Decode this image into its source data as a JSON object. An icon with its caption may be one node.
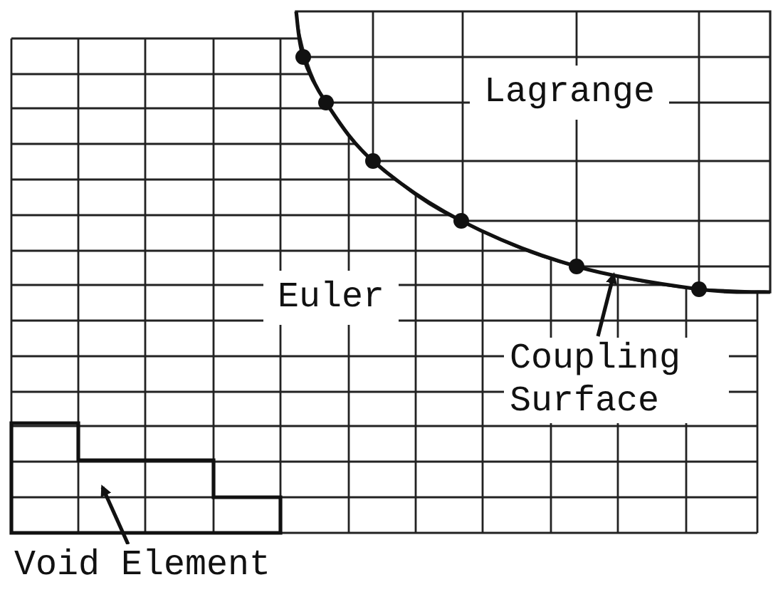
{
  "diagram": {
    "nodes": [
      {
        "text": [
          "Void Element"
        ]
      },
      {
        "text": [],
        "shape": "box"
      },
      {
        "text": [
          "Coupling Surface"
        ]
      },
      {
        "text": [],
        "shape": "curve"
      }
    ],
    "edges": [
      {
        "from": 0,
        "to": 1,
        "arrow": "to"
      },
      {
        "from": 2,
        "to": 3,
        "arrow": "to"
      }
    ],
    "labels": [
      "Euler",
      "Lagrange"
    ]
  }
}
